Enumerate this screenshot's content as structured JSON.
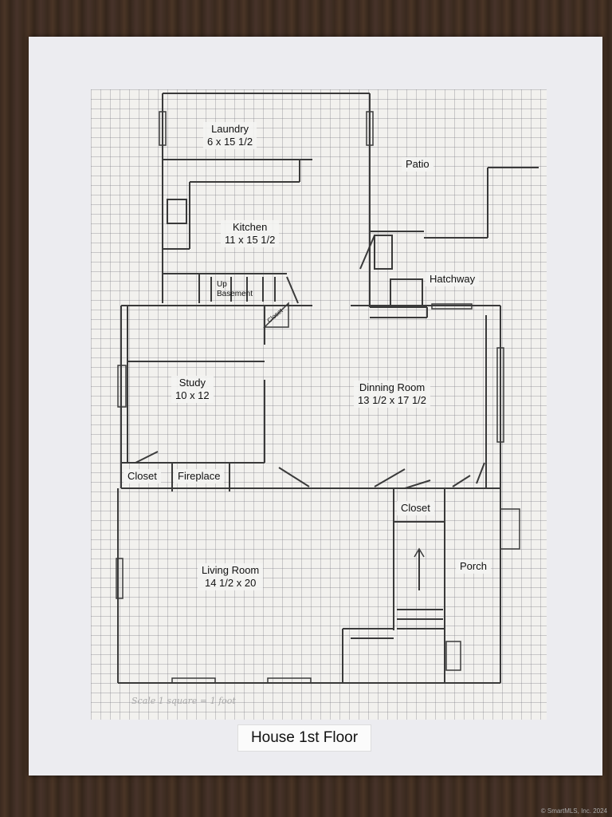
{
  "title": "House 1st Floor",
  "scale_note": "Scale 1 square = 1 foot",
  "copyright": "© SmartMLS, Inc. 2024",
  "rooms": {
    "laundry": {
      "name": "Laundry",
      "size": "6 x 15 1/2"
    },
    "kitchen": {
      "name": "Kitchen",
      "size": "11 x 15 1/2"
    },
    "patio": {
      "name": "Patio"
    },
    "hatchway": {
      "name": "Hatchway"
    },
    "basement": {
      "up": "Up",
      "name": "Basement"
    },
    "closet_small": {
      "name": "Closet"
    },
    "study": {
      "name": "Study",
      "size": "10 x 12"
    },
    "dining": {
      "name": "Dinning Room",
      "size": "13 1/2 x 17 1/2"
    },
    "closet_study": {
      "name": "Closet"
    },
    "fireplace": {
      "name": "Fireplace"
    },
    "closet_hall": {
      "name": "Closet"
    },
    "porch": {
      "name": "Porch"
    },
    "living": {
      "name": "Living Room",
      "size": "14 1/2 x 20"
    }
  }
}
